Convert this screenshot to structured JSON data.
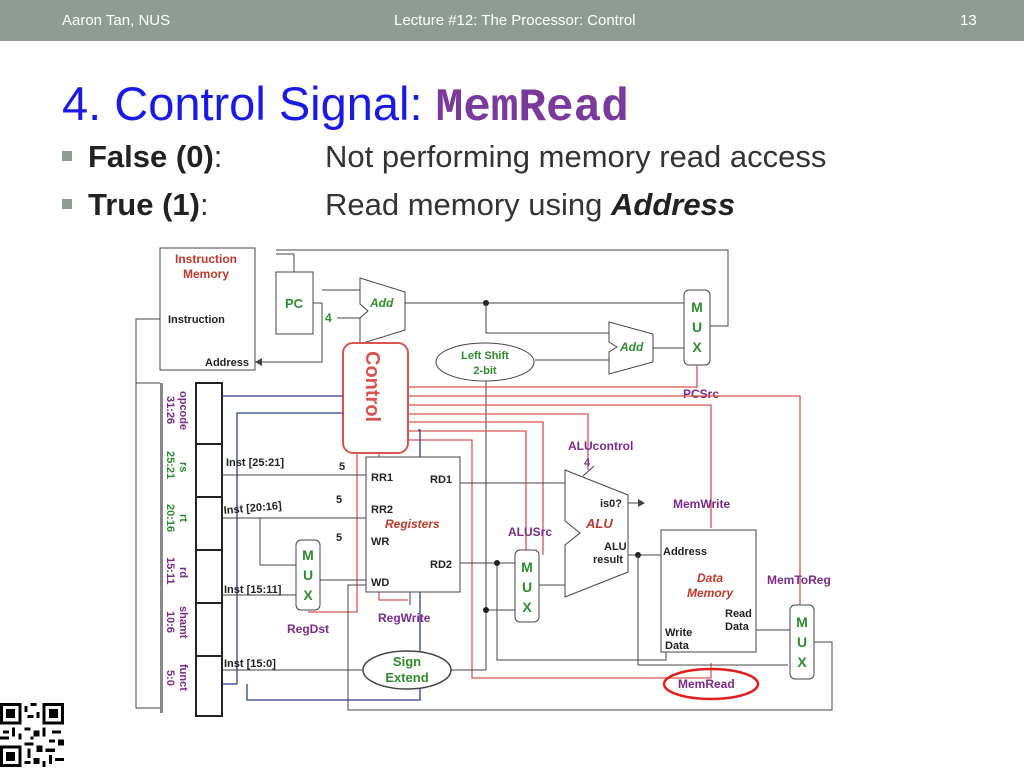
{
  "header": {
    "author": "Aaron Tan, NUS",
    "lecture": "Lecture #12: The Processor: Control",
    "page": "13"
  },
  "title": {
    "prefix": "4. Control Signal:",
    "signal": "MemRead"
  },
  "bullets": [
    {
      "term": "False (0)",
      "colon": ":",
      "desc": "Not performing memory read access"
    },
    {
      "term": "True (1)",
      "colon": ":",
      "desc_pre": "Read memory using ",
      "desc_em": "Address"
    }
  ],
  "diagram": {
    "instr_memory": "Instruction\nMemory",
    "instr_memory_l1": "Instruction",
    "instr_memory_l2": "Memory",
    "instruction": "Instruction",
    "address": "Address",
    "pc": "PC",
    "four": "4",
    "add": "Add",
    "add2": "Add",
    "mux_letters": [
      "M",
      "U",
      "X"
    ],
    "left_shift_l1": "Left Shift",
    "left_shift_l2": "2-bit",
    "control": "Control",
    "pcsrc": "PCSrc",
    "field_names": [
      "opcode",
      "rs",
      "rt",
      "rd",
      "shamt",
      "funct"
    ],
    "field_bits": [
      "31:26",
      "25:21",
      "20:16",
      "15:11",
      "10:6",
      "5:0"
    ],
    "inst_25_21": "Inst [25:21]",
    "inst_20_16": "Inst [20:16]",
    "inst_15_11": "Inst [15:11]",
    "inst_15_0": "Inst [15:0]",
    "five": "5",
    "rr1": "RR1",
    "rr2": "RR2",
    "wr": "WR",
    "wd": "WD",
    "rd1": "RD1",
    "rd2": "RD2",
    "registers": "Registers",
    "regwrite": "RegWrite",
    "regdst": "RegDst",
    "sign_l1": "Sign",
    "sign_l2": "Extend",
    "alusrc": "ALUSrc",
    "alucontrol": "ALUcontrol",
    "alucontrol_bits": "4",
    "alu": "ALU",
    "is0": "is0?",
    "alu_result_l1": "ALU",
    "alu_result_l2": "result",
    "memwrite": "MemWrite",
    "dm_address": "Address",
    "data_memory_l1": "Data",
    "data_memory_l2": "Memory",
    "read_data_l1": "Read",
    "read_data_l2": "Data",
    "write_data_l1": "Write",
    "write_data_l2": "Data",
    "memtoreg": "MemToReg",
    "memread": "MemRead"
  },
  "colors": {
    "topbar": "#8f9c94",
    "title": "#1a1ae6",
    "signal": "#7a3a9c",
    "control_wire": "#d9534f",
    "blue_wire": "#2a3f8f",
    "green_text": "#2e8b2e",
    "purple_text": "#7a2a8a"
  }
}
